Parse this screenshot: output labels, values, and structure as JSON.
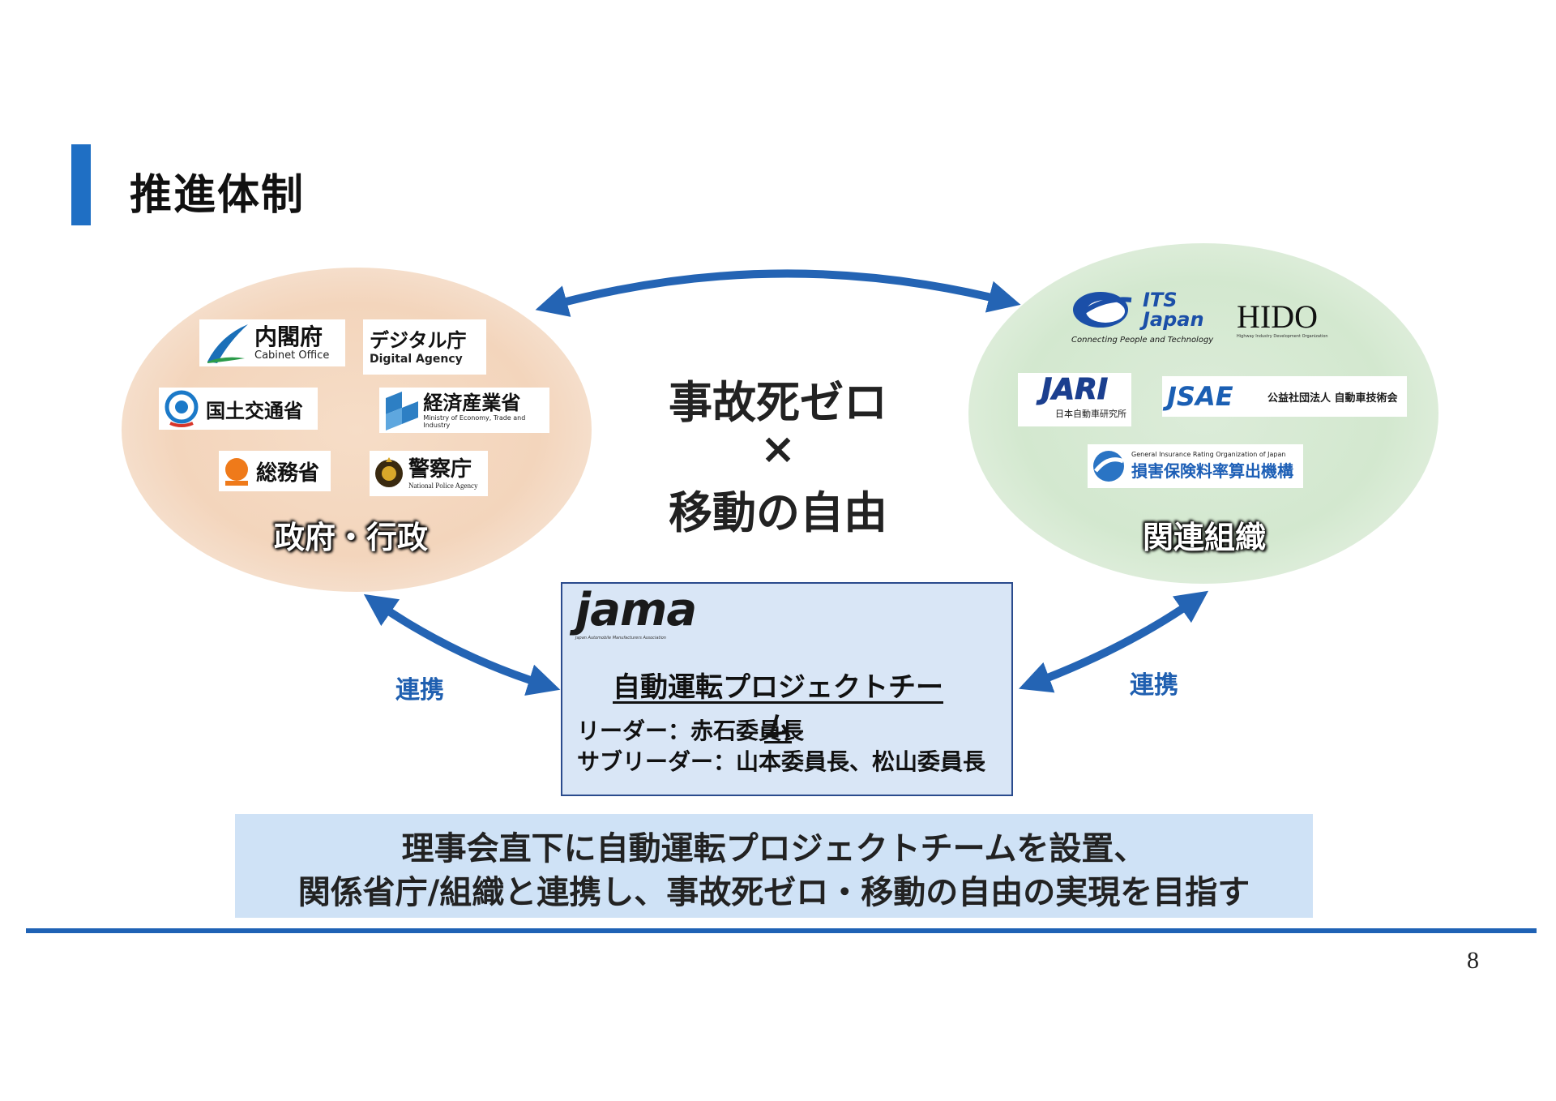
{
  "title": "推進体制",
  "center": {
    "line1": "事故死ゼロ",
    "times": "×",
    "line2": "移動の自由"
  },
  "government": {
    "label": "政府・行政",
    "orgs": [
      {
        "jp": "内閣府",
        "en": "Cabinet Office"
      },
      {
        "jp": "デジタル庁",
        "en": "Digital Agency"
      },
      {
        "jp": "国土交通省",
        "en": ""
      },
      {
        "jp": "経済産業省",
        "en": "Ministry of Economy, Trade and Industry"
      },
      {
        "jp": "総務省",
        "en": ""
      },
      {
        "jp": "警察庁",
        "en": "National Police Agency"
      }
    ]
  },
  "related": {
    "label": "関連組織",
    "orgs": [
      {
        "name": "ITS Japan",
        "tagline": "Connecting People and Technology"
      },
      {
        "name": "HIDO",
        "tagline": "Highway Industry Development Organization"
      },
      {
        "name": "JARI",
        "jp": "日本自動車研究所"
      },
      {
        "name": "JSAE",
        "jp": "公益社団法人 自動車技術会"
      },
      {
        "en": "General Insurance Rating Organization of Japan",
        "jp": "損害保険料率算出機構"
      }
    ]
  },
  "team": {
    "logo": "jama",
    "logo_sub": "Japan Automobile Manufacturers Association",
    "title": "自動運転プロジェクトチーム",
    "leader": "リーダー：赤石委員長",
    "subleader": "サブリーダー：山本委員長、松山委員長"
  },
  "links": {
    "left": "連携",
    "right": "連携"
  },
  "summary": {
    "line1": "理事会直下に自動運転プロジェクトチームを設置、",
    "line2": "関係省庁/組織と連携し、事故死ゼロ・移動の自由の実現を目指す"
  },
  "page_number": "8",
  "colors": {
    "accent_blue": "#1f6fc4",
    "arrow_blue": "#2464b4",
    "gov_ellipse": "#f3d5bc",
    "related_ellipse": "#d3e8cf",
    "team_box": "#d9e6f6",
    "summary_bg": "#cfe2f6"
  }
}
